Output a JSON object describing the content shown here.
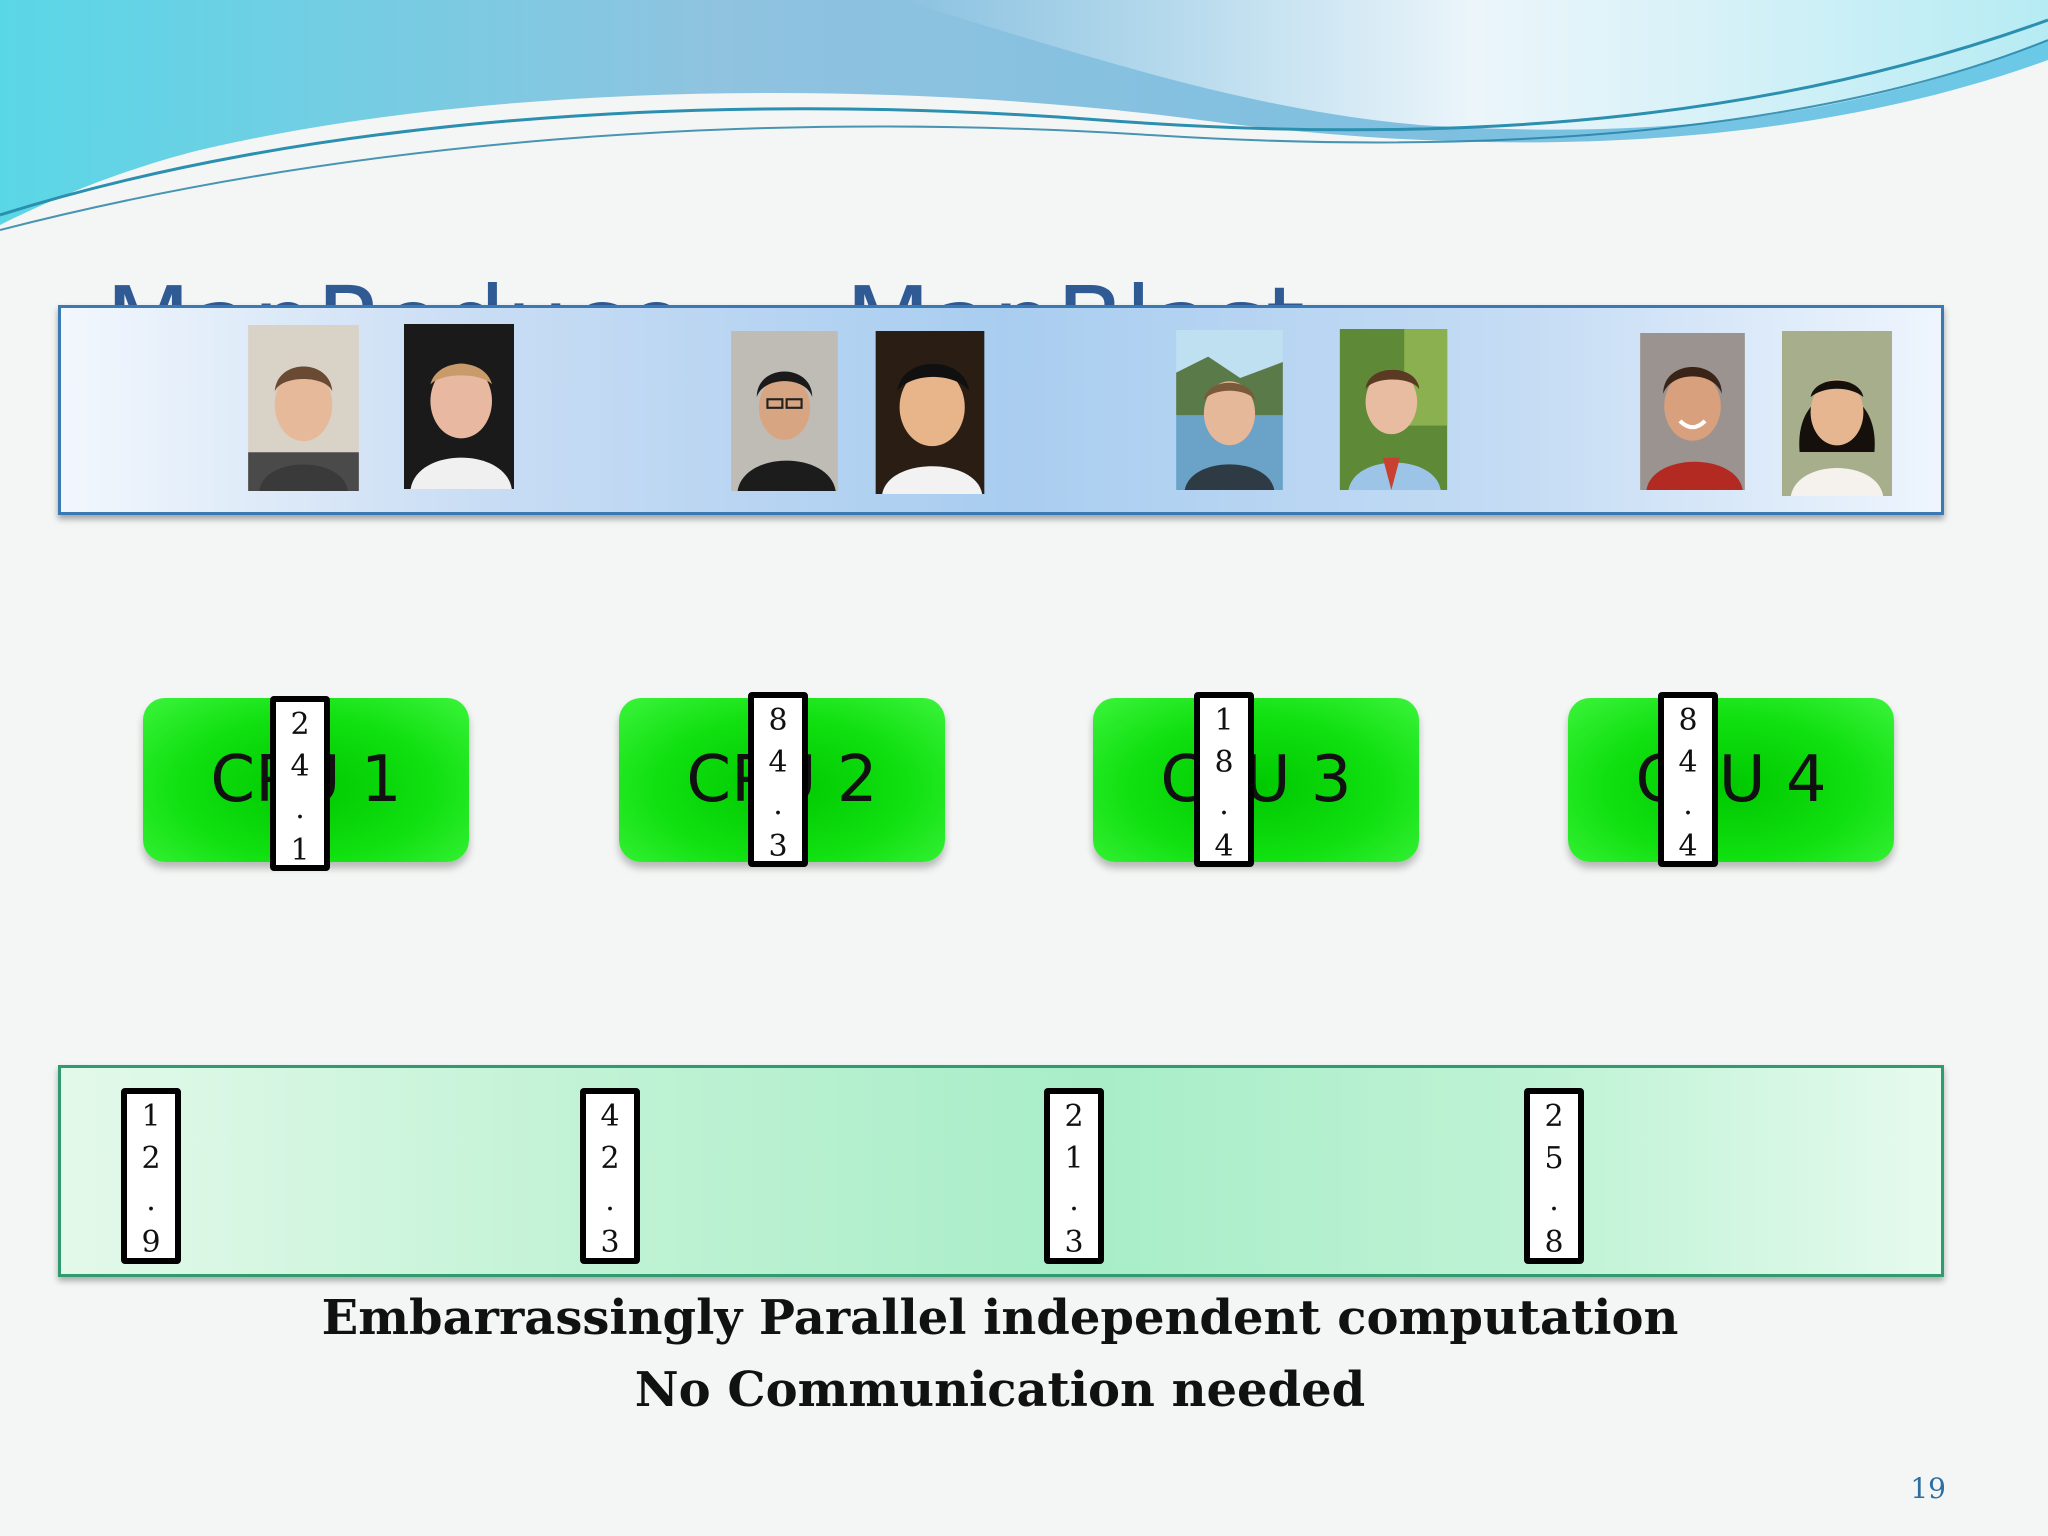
{
  "slide": {
    "title": "MapReduce     MapBlast",
    "page_number": "19"
  },
  "photo_band": {
    "people": [
      {
        "icon": "person-photo-icon"
      },
      {
        "icon": "person-photo-icon"
      },
      {
        "icon": "person-photo-icon"
      },
      {
        "icon": "person-photo-icon"
      },
      {
        "icon": "person-photo-icon"
      },
      {
        "icon": "person-photo-icon"
      },
      {
        "icon": "person-photo-icon"
      },
      {
        "icon": "person-photo-icon"
      }
    ]
  },
  "cpus": [
    {
      "label": "CPU 1",
      "card": [
        "2",
        "4",
        ".",
        "1"
      ]
    },
    {
      "label": "CPU 2",
      "card": [
        "8",
        "4",
        ".",
        "3"
      ]
    },
    {
      "label": "CPU 3",
      "card": [
        "1",
        "8",
        ".",
        "4"
      ]
    },
    {
      "label": "CPU 4",
      "card": [
        "8",
        "4",
        ".",
        "4"
      ]
    }
  ],
  "bottom_cards": [
    [
      "1",
      "2",
      ".",
      "9"
    ],
    [
      "4",
      "2",
      ".",
      "3"
    ],
    [
      "2",
      "1",
      ".",
      "3"
    ],
    [
      "2",
      "5",
      ".",
      "8"
    ]
  ],
  "caption": {
    "line1": "Embarrassingly Parallel independent computation",
    "line2": "No Communication needed"
  },
  "colors": {
    "cpu_green": "#10e010",
    "photo_band_border": "#3a79b3",
    "bottom_band_border": "#2f9b6e",
    "title_blue": "#2f5a93"
  }
}
